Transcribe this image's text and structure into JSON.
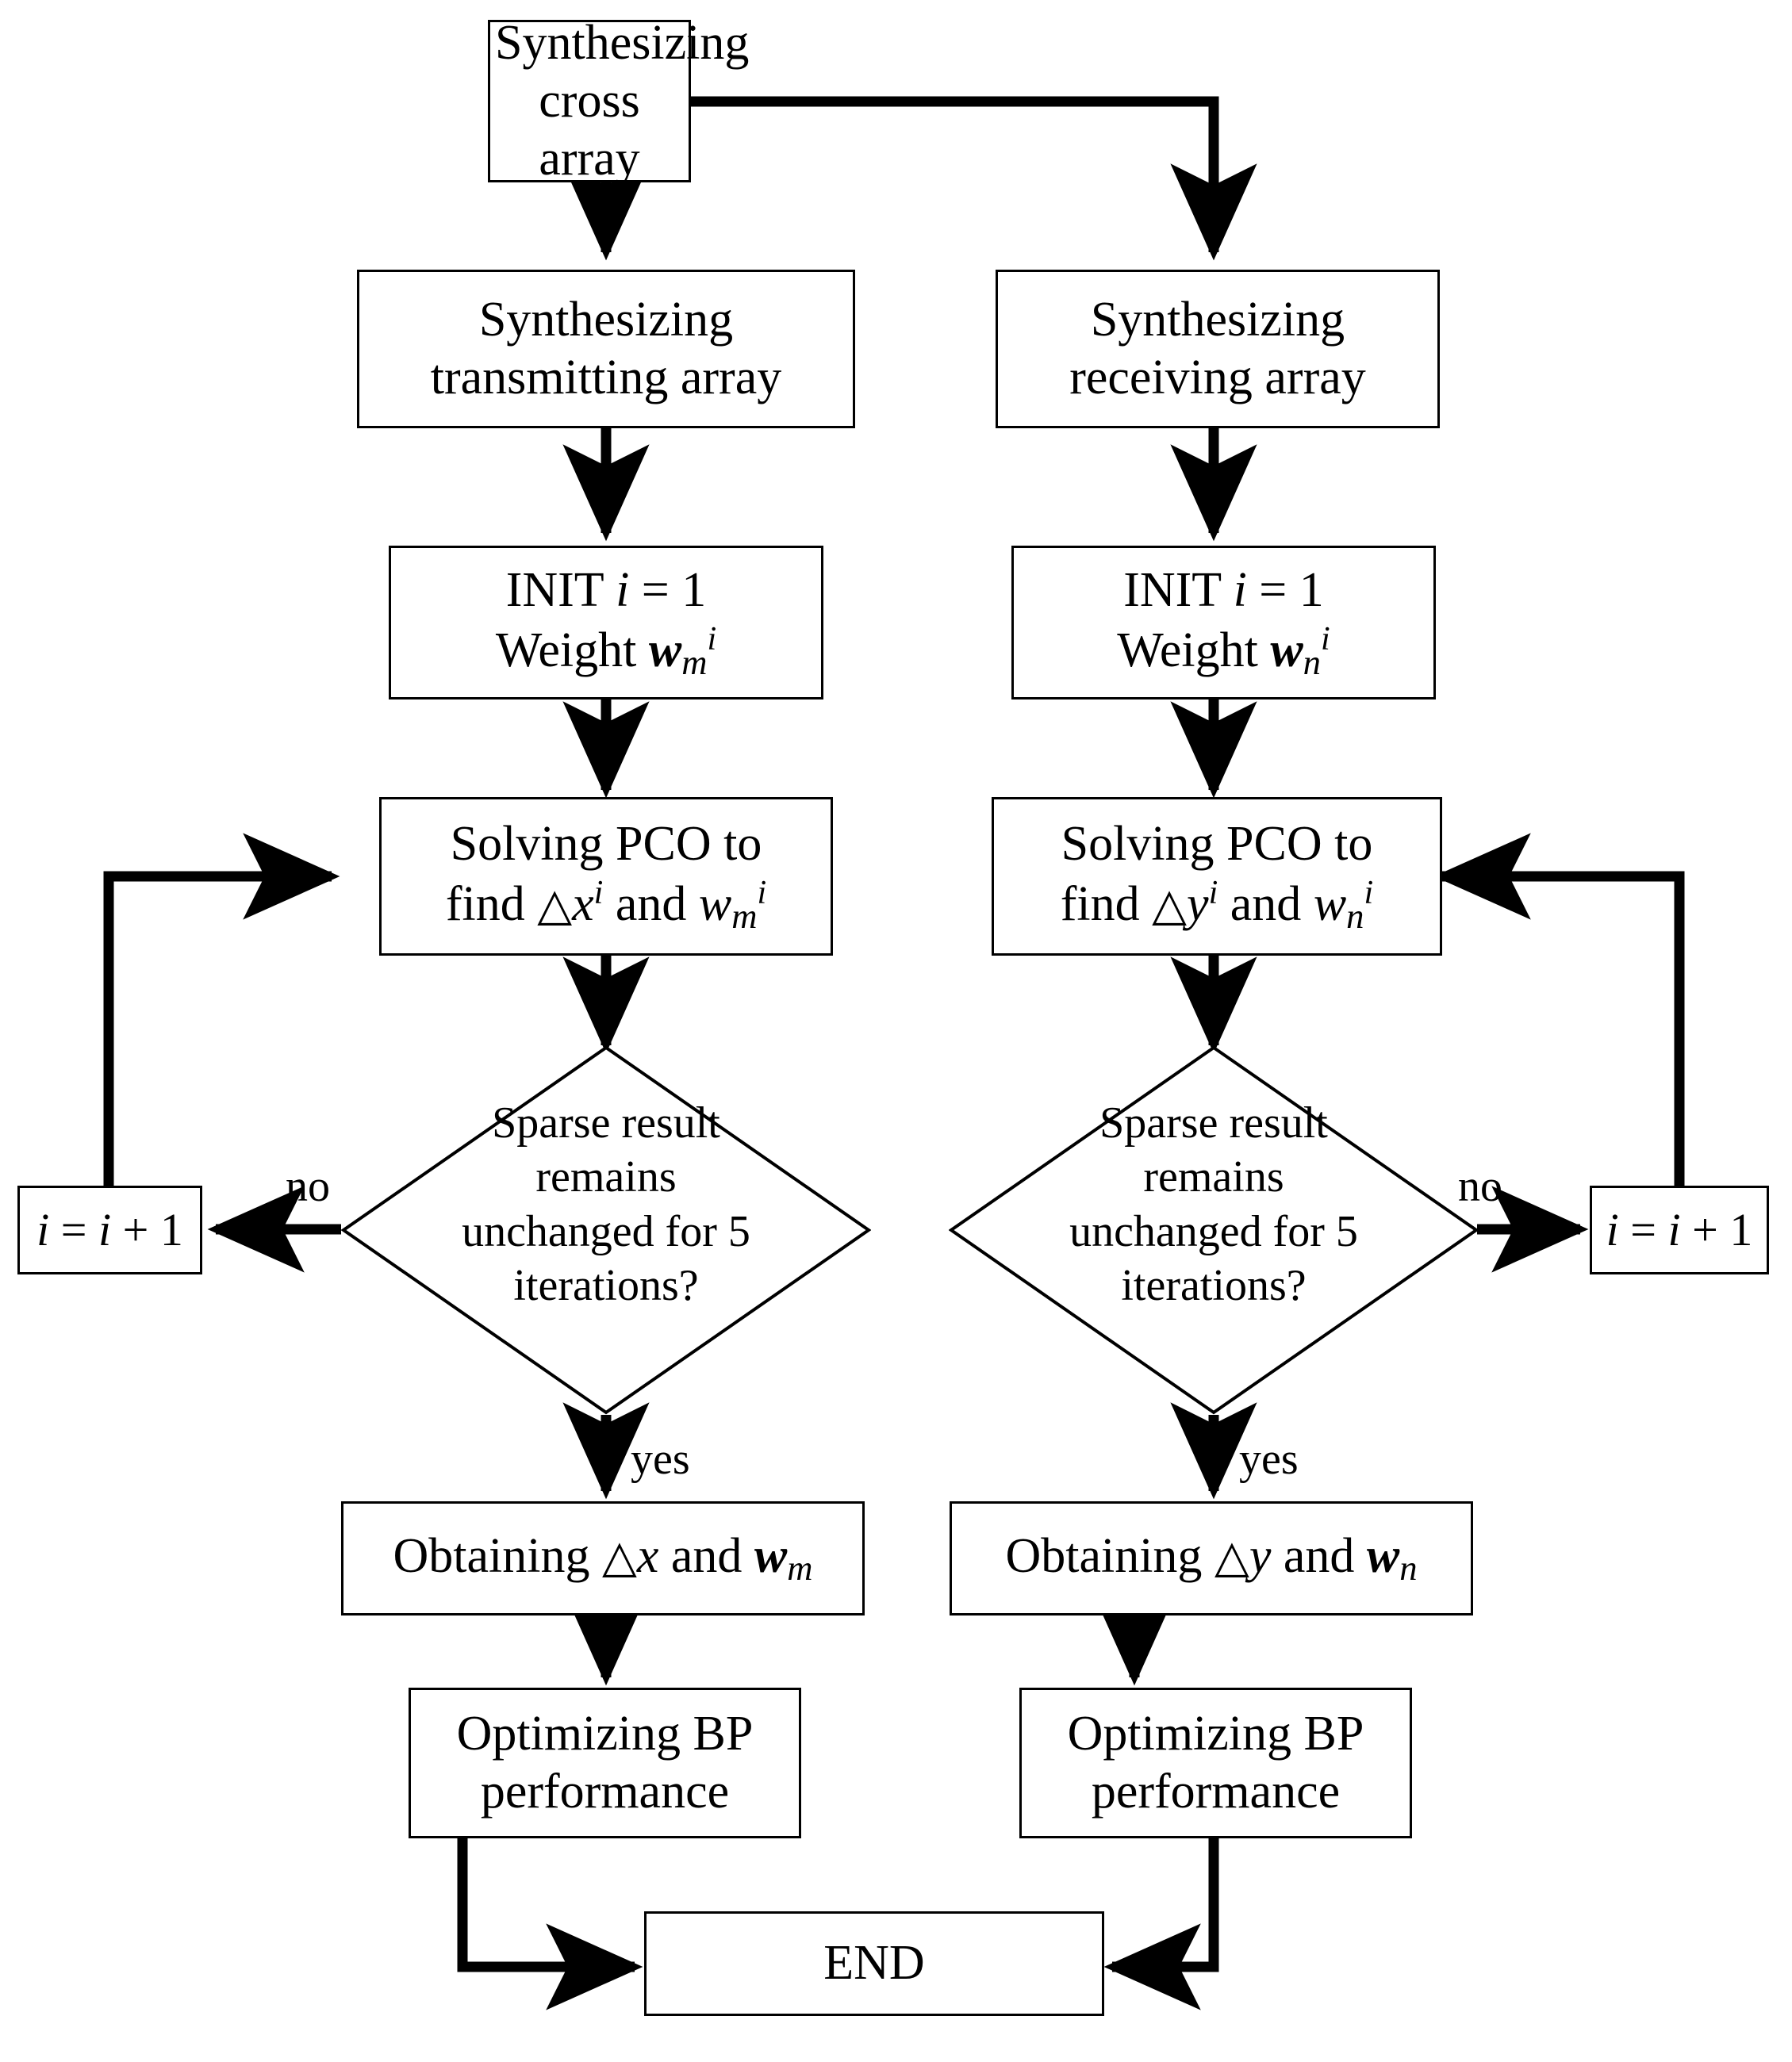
{
  "diagram": {
    "title": "Cross array synthesis flowchart",
    "stroke_color": "#000000",
    "fill_color": "#ffffff"
  },
  "nodes": {
    "start": {
      "line1": "Synthesizing",
      "line2": "cross array"
    },
    "left_synth": {
      "line1": "Synthesizing",
      "line2": "transmitting array"
    },
    "right_synth": {
      "line1": "Synthesizing",
      "line2": "receiving array"
    },
    "left_init": {
      "line1_prefix": "INIT ",
      "line1_var": "i",
      "line1_suffix": " = 1",
      "line2_prefix": "Weight ",
      "line2_w": "w",
      "line2_sub": "m",
      "line2_sup": "i"
    },
    "right_init": {
      "line1_prefix": "INIT ",
      "line1_var": "i",
      "line1_suffix": " = 1",
      "line2_prefix": "Weight ",
      "line2_w": "w",
      "line2_sub": "n",
      "line2_sup": "i"
    },
    "left_pco": {
      "line1": "Solving PCO to",
      "line2_prefix": "find ",
      "line2_delta": "△",
      "line2_var": "x",
      "line2_sup1": "i",
      "line2_mid": " and ",
      "line2_w": "w",
      "line2_sub": "m",
      "line2_sup2": "i"
    },
    "right_pco": {
      "line1": "Solving PCO to",
      "line2_prefix": "find ",
      "line2_delta": "△",
      "line2_var": "y",
      "line2_sup1": "i",
      "line2_mid": " and ",
      "line2_w": "w",
      "line2_sub": "n",
      "line2_sup2": "i"
    },
    "left_decision": {
      "text": "Sparse result\nremains\nunchanged for 5\niterations?"
    },
    "right_decision": {
      "text": "Sparse result\nremains\nunchanged for 5\niterations?"
    },
    "left_increment": {
      "lhs": "i",
      "eq": " = ",
      "rhs_var": "i",
      "rhs_rest": " + 1"
    },
    "right_increment": {
      "lhs": "i",
      "eq": " = ",
      "rhs_var": "i",
      "rhs_rest": " + 1"
    },
    "left_obtain": {
      "prefix": "Obtaining ",
      "delta": "△",
      "var": "x",
      "mid": " and ",
      "w": "w",
      "sub": "m"
    },
    "right_obtain": {
      "prefix": "Obtaining ",
      "delta": "△",
      "var": "y",
      "mid": " and ",
      "w": "w",
      "sub": "n"
    },
    "left_optimize": {
      "line1": "Optimizing BP",
      "line2": "performance"
    },
    "right_optimize": {
      "line1": "Optimizing BP",
      "line2": "performance"
    },
    "end": {
      "label": "END"
    }
  },
  "edge_labels": {
    "left_no": "no",
    "right_no": "no",
    "left_yes": "yes",
    "right_yes": "yes"
  }
}
